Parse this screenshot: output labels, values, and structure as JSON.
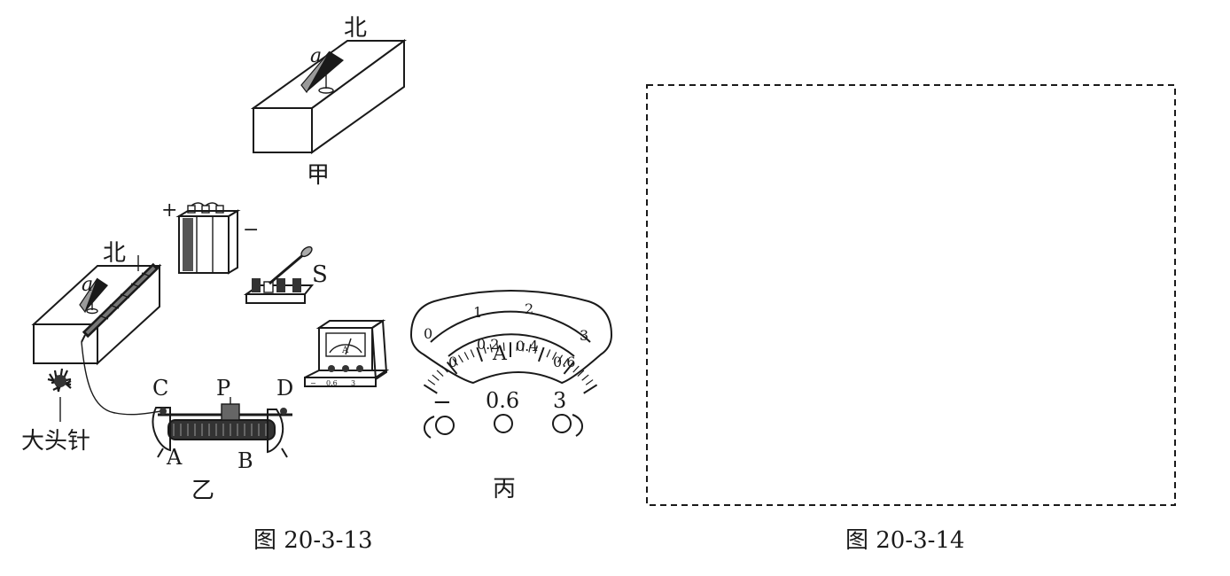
{
  "figures": {
    "left": {
      "caption": "图 20-3-13",
      "part_jia": {
        "label": "甲",
        "north_label": "北",
        "needle_label": "a"
      },
      "part_yi": {
        "label": "乙",
        "north_label": "北",
        "needle_label": "a",
        "pins_label": "大头针",
        "battery_plus": "+",
        "battery_minus": "−",
        "switch_label": "S",
        "rheostat_terminals": {
          "C": "C",
          "P": "P",
          "D": "D",
          "A": "A",
          "B": "B"
        },
        "small_meter_label": "A",
        "small_meter_terminals": [
          "−",
          "0.6",
          "3"
        ]
      },
      "part_bing": {
        "label": "丙",
        "meter_unit": "A",
        "outer_scale": [
          "0",
          "1",
          "2",
          "3"
        ],
        "inner_scale": [
          "0",
          "0.2",
          "0.4",
          "0.6"
        ],
        "terminals": [
          "−",
          "0.6",
          "3"
        ]
      }
    },
    "right": {
      "caption": "图 20-3-14"
    }
  }
}
